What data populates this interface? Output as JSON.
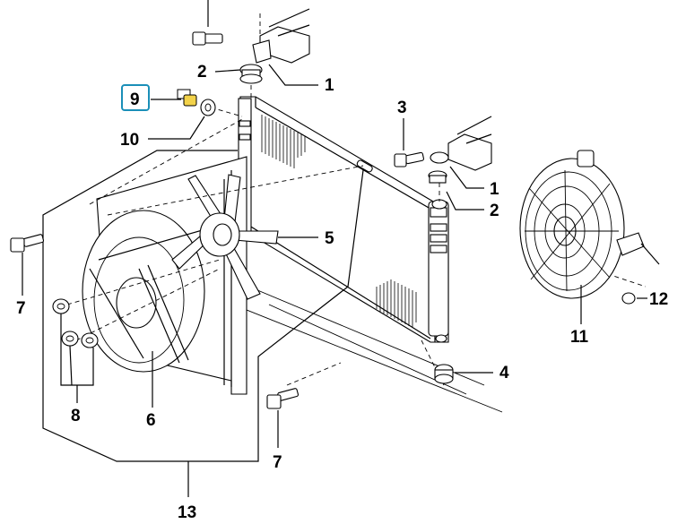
{
  "callouts": {
    "c1_top": "1",
    "c2_top": "2",
    "c9": "9",
    "c10": "10",
    "c3": "3",
    "c1_right": "1",
    "c2_right": "2",
    "c5": "5",
    "c11": "11",
    "c12": "12",
    "c7_left": "7",
    "c8": "8",
    "c6": "6",
    "c4": "4",
    "c7_bottom": "7",
    "c13": "13"
  },
  "colors": {
    "highlight_box": "#1a8fb8",
    "sensor_part": "#f2d24a",
    "line": "#000000"
  },
  "highlighted_part": "9"
}
